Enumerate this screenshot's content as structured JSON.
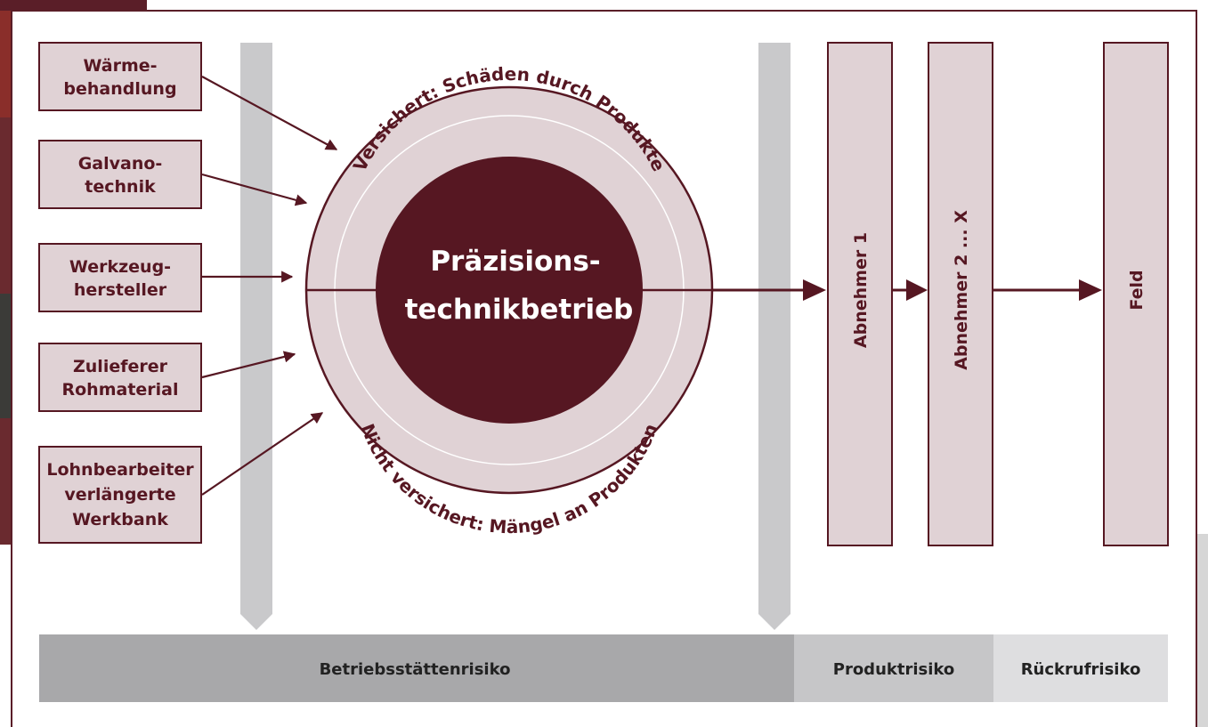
{
  "suppliers": [
    {
      "line1": "Wärme-",
      "line2": "behandlung",
      "line3": ""
    },
    {
      "line1": "Galvano-",
      "line2": "technik",
      "line3": ""
    },
    {
      "line1": "Werkzeug-",
      "line2": "hersteller",
      "line3": ""
    },
    {
      "line1": "Zulieferer",
      "line2": "Rohmaterial",
      "line3": ""
    },
    {
      "line1": "Lohnbearbeiter",
      "line2": "verlängerte",
      "line3": "Werkbank"
    }
  ],
  "center": {
    "line1": "Präzisions-",
    "line2": "technikbetrieb",
    "arc_top": "Versichert: Schäden durch Produkte",
    "arc_bottom": "Nicht versichert: Mängel an Produkten"
  },
  "chain": [
    "Abnehmer 1",
    "Abnehmer 2 ... X",
    "Feld"
  ],
  "risk_bar": [
    "Betriebsstättenrisiko",
    "Produktrisiko",
    "Rückrufrisiko"
  ],
  "colors": {
    "dark": "#561722",
    "box_fill": "#e0d2d5",
    "pillar": "#c9c9cb",
    "bar_1": "#a8a8aa",
    "bar_2": "#c6c6c8",
    "bar_3": "#dedee0",
    "frame": "#5a1e28"
  }
}
